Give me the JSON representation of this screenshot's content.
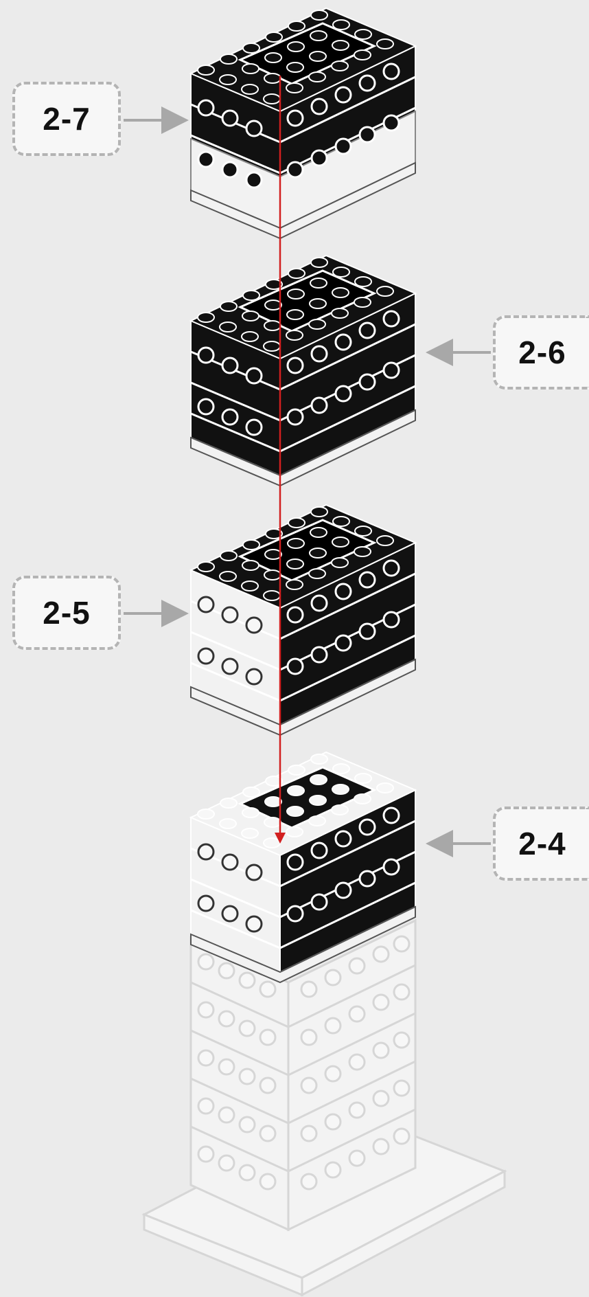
{
  "diagram": {
    "steps": [
      {
        "id": "2-7",
        "label": "2-7",
        "side": "left"
      },
      {
        "id": "2-6",
        "label": "2-6",
        "side": "right"
      },
      {
        "id": "2-5",
        "label": "2-5",
        "side": "left"
      },
      {
        "id": "2-4",
        "label": "2-4",
        "side": "right"
      }
    ],
    "colors": {
      "background": "#ebebeb",
      "brick": "#111111",
      "brick_outline": "#ffffff",
      "ghost": "#d6d6d6",
      "guide_line": "#d21f1f",
      "arrow": "#a8a8a8"
    }
  }
}
